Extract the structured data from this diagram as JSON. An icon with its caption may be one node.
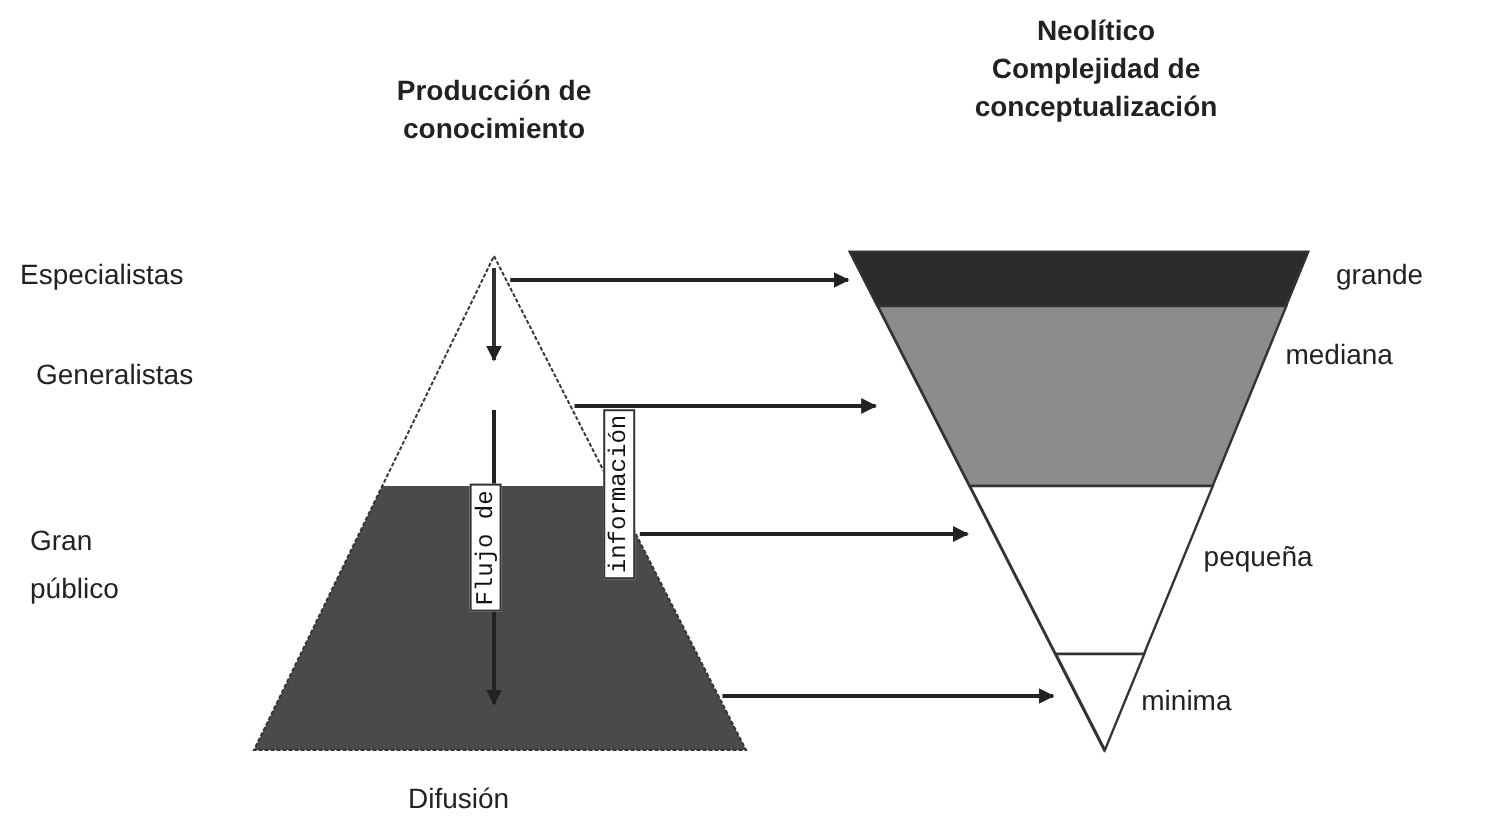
{
  "diagram": {
    "nodes": [
      {
        "text": [],
        "shape": "triangle"
      },
      {
        "text": [],
        "shape": "triangle"
      },
      {
        "text": [],
        "shape": "bar",
        "in": 1,
        "beside": [
          "grande"
        ]
      },
      {
        "text": [],
        "shape": "bar",
        "in": 1,
        "beside": [
          "mediana"
        ]
      },
      {
        "text": [],
        "shape": "bar",
        "in": 1,
        "beside": [
          "pequeña"
        ]
      },
      {
        "text": [],
        "shape": "bar",
        "in": 1,
        "beside": [
          "minima"
        ]
      }
    ],
    "edges": [
      {
        "from": 0,
        "to": 2,
        "arrow": "to"
      },
      {
        "from": 0,
        "to": 3,
        "arrow": "to"
      },
      {
        "from": 0,
        "to": 4,
        "arrow": "to"
      },
      {
        "from": 0,
        "to": 5,
        "arrow": "to"
      }
    ],
    "labels": [
      "Producción de conocimiento",
      "Neolítico Complejidad de conceptualización",
      "Especialistas",
      "Generalistas",
      "Gran público",
      "Flujo de",
      "información",
      "Difusión"
    ]
  }
}
